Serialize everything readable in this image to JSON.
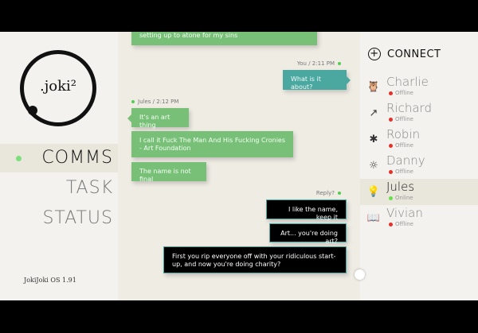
{
  "sidebar": {
    "logo": ".joki²",
    "nav": [
      {
        "label": "COMMS",
        "active": true
      },
      {
        "label": "TASK"
      },
      {
        "label": "STATUS"
      }
    ],
    "version": "JokiJoki OS 1.91"
  },
  "chat": {
    "m0": "investors is over, I have this non-profit project I'm setting up to atone for my sins",
    "you_meta": "You / 2:11 PM",
    "m1": "What is it about?",
    "jules_meta": "Jules / 2:12 PM",
    "m2": "It's an art thing",
    "m3": "I call it Fuck The Man And His Fucking Cronies - Art Foundation",
    "m4": "The name is not final",
    "reply_meta": "Reply?",
    "r1": "I like the name, keep it",
    "r2": "Art... you're doing art?",
    "r3": "First you rip everyone off with your ridiculous start-up, and now you're doing charity?"
  },
  "contacts": {
    "connect": "CONNECT",
    "list": [
      {
        "name": "Charlie",
        "status": "Offline",
        "icon": "owl-icon"
      },
      {
        "name": "Richard",
        "status": "Offline",
        "icon": "chart-arrow-icon"
      },
      {
        "name": "Robin",
        "status": "Offline",
        "icon": "birds-icon"
      },
      {
        "name": "Danny",
        "status": "Offline",
        "icon": "sun-icon"
      },
      {
        "name": "Jules",
        "status": "Online",
        "icon": "lightbulb-icon"
      },
      {
        "name": "Vivian",
        "status": "Offline",
        "icon": "book-icon"
      }
    ]
  },
  "colors": {
    "online": "#66e04a",
    "offline": "#e8302a",
    "green_bubble": "#78bf78",
    "teal_bubble": "#4aa8a0"
  }
}
